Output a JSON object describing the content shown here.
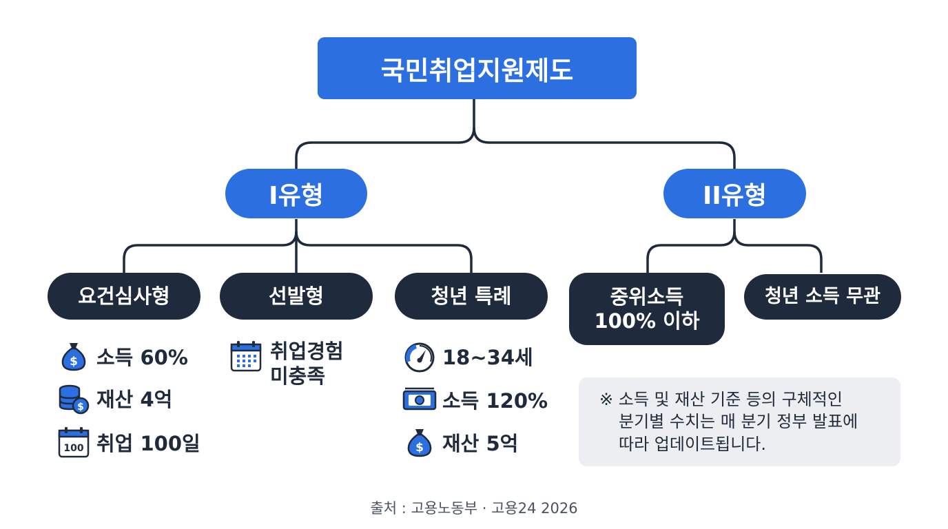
{
  "root": {
    "label": "국민취업지원제도"
  },
  "types": {
    "type1": {
      "label": "I유형"
    },
    "type2": {
      "label": "II유형"
    }
  },
  "subtypes": {
    "requirement": {
      "label": "요건심사형"
    },
    "selection": {
      "label": "선발형"
    },
    "youth_special": {
      "label": "청년 특례"
    },
    "median_income": {
      "line1": "중위소득",
      "line2": "100% 이하"
    },
    "youth_any_income": {
      "label": "청년 소득 무관"
    }
  },
  "criteria": {
    "requirement": [
      {
        "icon": "money-bag-icon",
        "label": "소득 60%"
      },
      {
        "icon": "coin-stack-icon",
        "label": "재산 4억"
      },
      {
        "icon": "calendar-100-icon",
        "label": "취업 100일"
      }
    ],
    "selection": {
      "icon": "calendar-icon",
      "line1": "취업경험",
      "line2": "미충족"
    },
    "youth_special": [
      {
        "icon": "speedometer-icon",
        "label": "18~34세"
      },
      {
        "icon": "banknote-icon",
        "label": "소득 120%"
      },
      {
        "icon": "money-bag-icon",
        "label": "재산 5억"
      }
    ]
  },
  "note": {
    "line1": "※ 소득 및 재산 기준 등의 구체적인",
    "line2": "분기별 수치는 매 분기 정부 발표에",
    "line3": "따라 업데이트됩니다."
  },
  "source": "출처 : 고용노동부 · 고용24 2026",
  "colors": {
    "accent_blue": "#2b6fe0",
    "dark_navy": "#1f2a3c",
    "note_bg": "#eceef1",
    "line": "#1f2a3c"
  },
  "icons": {
    "calendar_number": "100"
  }
}
